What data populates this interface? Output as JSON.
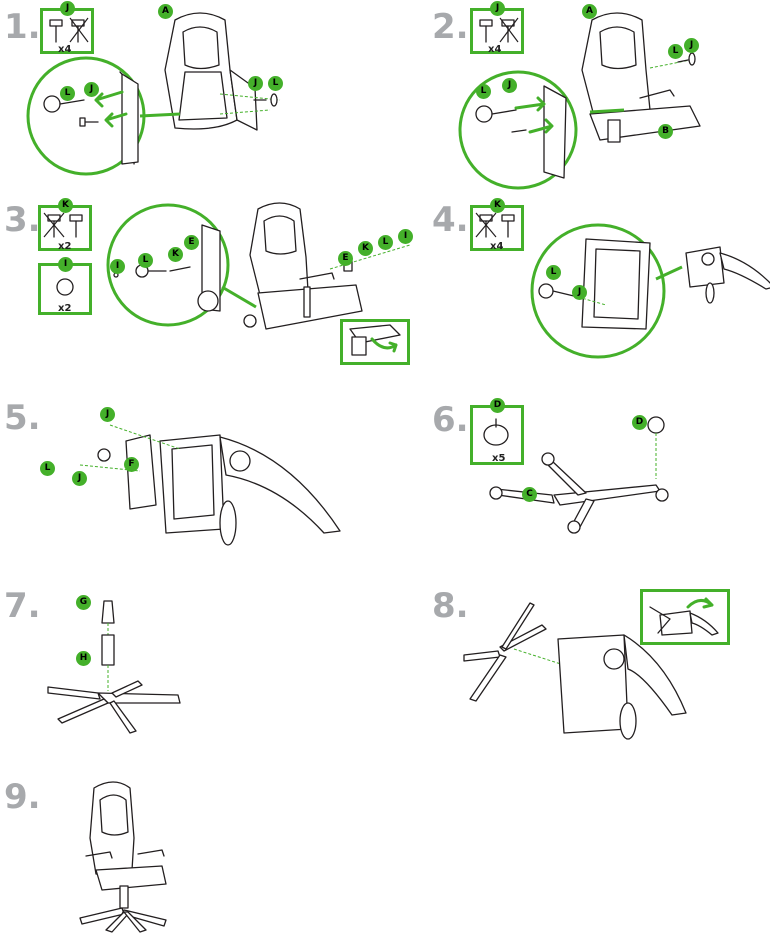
{
  "steps": [
    {
      "number": "1.",
      "part_labels": [
        "J",
        "A",
        "J",
        "L",
        "L",
        "J"
      ],
      "qty": "x4"
    },
    {
      "number": "2.",
      "part_labels": [
        "J",
        "A",
        "J",
        "L",
        "L",
        "J",
        "B"
      ],
      "qty": "x4"
    },
    {
      "number": "3.",
      "part_labels": [
        "K",
        "I",
        "I",
        "L",
        "K",
        "E",
        "E",
        "K",
        "L",
        "I"
      ],
      "qty_k": "x2",
      "qty_i": "x2"
    },
    {
      "number": "4.",
      "part_labels": [
        "K",
        "L",
        "J"
      ],
      "qty": "x4"
    },
    {
      "number": "5.",
      "part_labels": [
        "J",
        "L",
        "J",
        "F"
      ]
    },
    {
      "number": "6.",
      "part_labels": [
        "D",
        "D",
        "C"
      ],
      "qty": "x5"
    },
    {
      "number": "7.",
      "part_labels": [
        "G",
        "H"
      ]
    },
    {
      "number": "8.",
      "part_labels": []
    },
    {
      "number": "9.",
      "part_labels": []
    }
  ],
  "colors": {
    "accent": "#44b02a",
    "step_number": "#a7a9ac",
    "line": "#231f20"
  }
}
